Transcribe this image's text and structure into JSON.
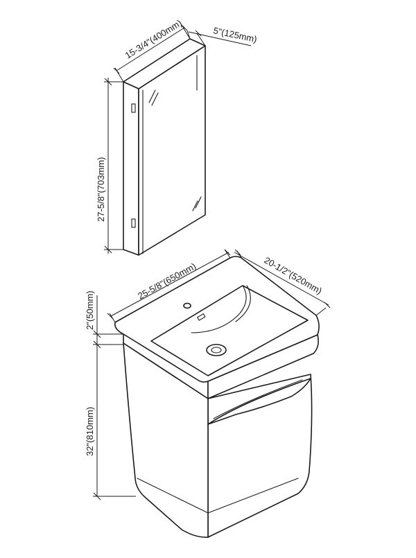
{
  "dimensions": {
    "cabinet_width": "15-3/4\"(400mm)",
    "cabinet_depth": "5\"(125mm)",
    "cabinet_height": "27-5/8\"(703mm)",
    "vanity_width": "25-5/8\"(650mm)",
    "vanity_depth": "20-1/2\"(520mm)",
    "countertop_thickness": "2\"(50mm)",
    "vanity_height": "32\"(810mm)"
  },
  "colors": {
    "line": "#1a1a1a",
    "background": "#ffffff"
  }
}
